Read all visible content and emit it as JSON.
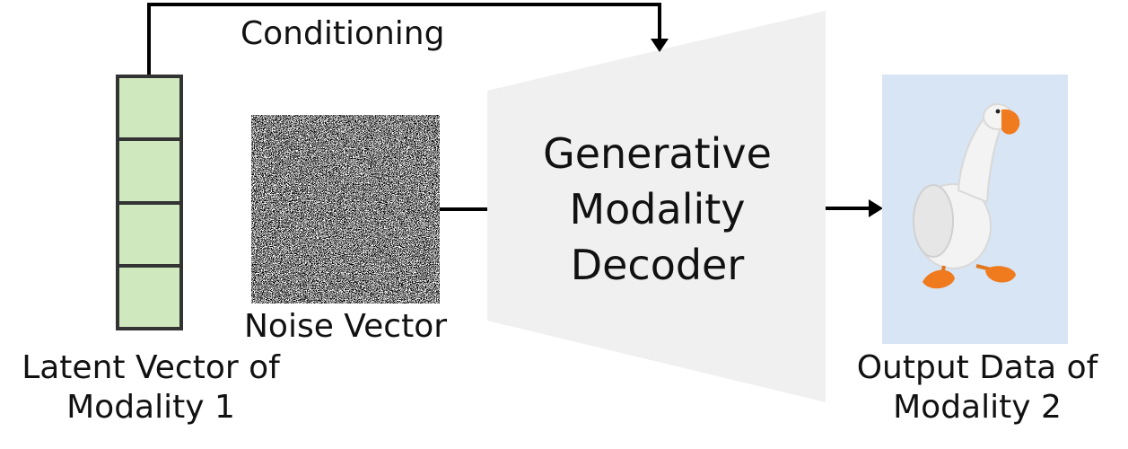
{
  "diagram": {
    "conditioning_label": "Conditioning",
    "latent_label_line1": "Latent Vector of",
    "latent_label_line2": "Modality 1",
    "noise_label": "Noise Vector",
    "decoder_label_line1": "Generative",
    "decoder_label_line2": "Modality",
    "decoder_label_line3": "Decoder",
    "output_label_line1": "Output Data of",
    "output_label_line2": "Modality 2",
    "latent_vector_cells": 4,
    "colors": {
      "latent_cell_fill": "#cfe8bd",
      "latent_cell_stroke": "#333333",
      "decoder_fill": "#f0f0f0",
      "output_bg": "#d8e5f4",
      "arrow": "#000000",
      "goose_body": "#f2f2f2",
      "goose_beak": "#f07a1e"
    },
    "icons": {
      "noise": "noise-texture",
      "output": "goose-illustration"
    }
  }
}
